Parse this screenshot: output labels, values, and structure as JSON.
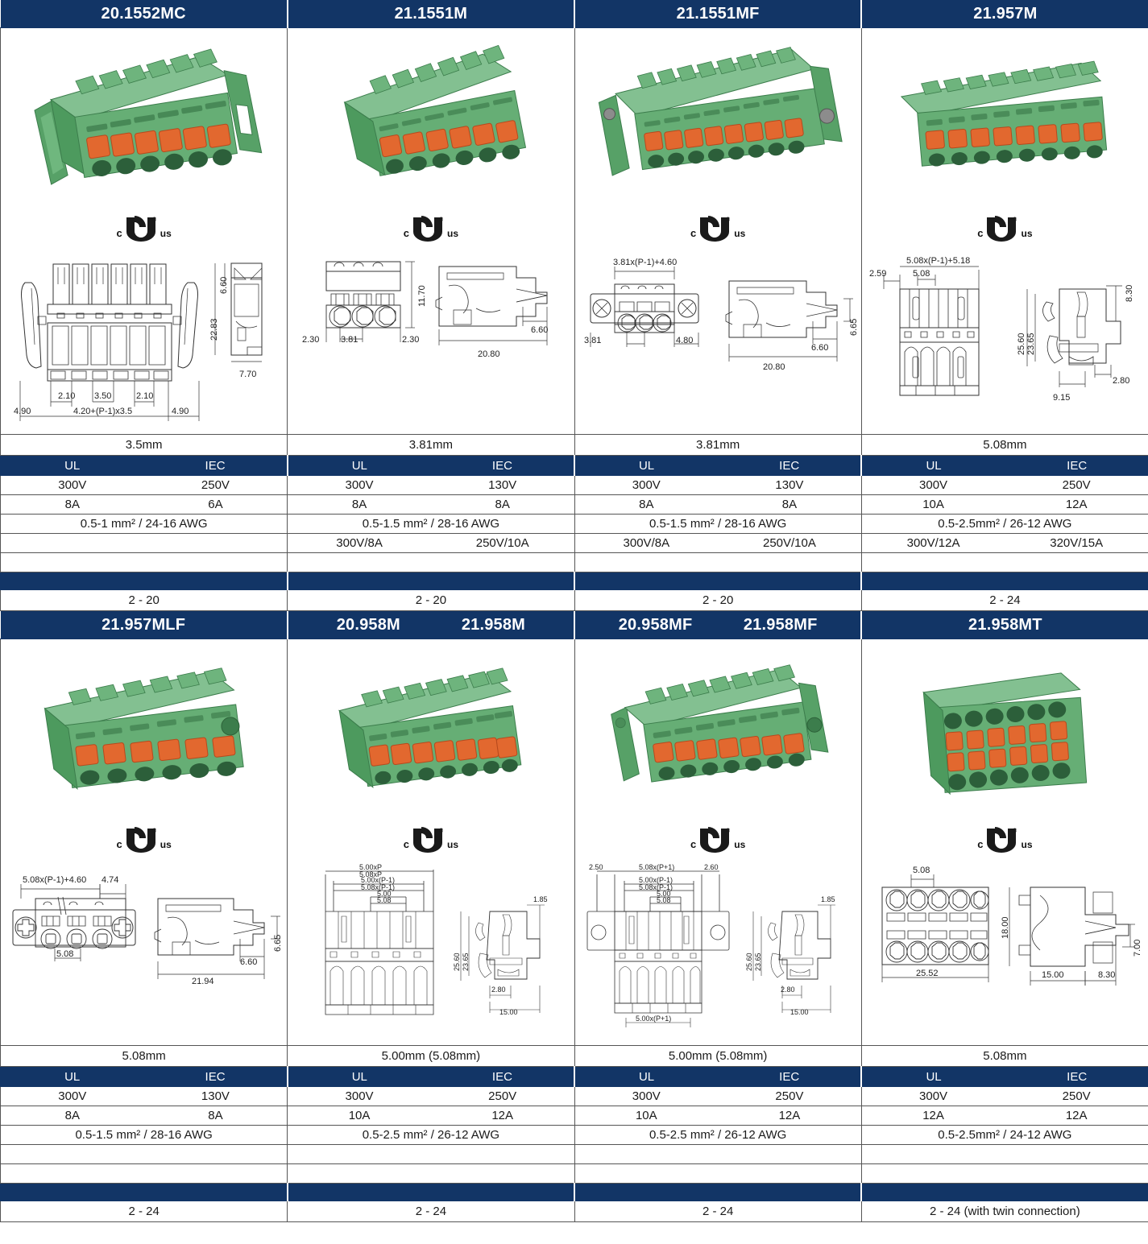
{
  "meta": {
    "accent_navy": "#123566",
    "border_gray": "#555555",
    "housing_green": "#5ea86c",
    "lever_orange": "#d9532a"
  },
  "ul_mark": {
    "left": "c",
    "right": "us",
    "name": "cURus-listing-mark"
  },
  "row_labels": {
    "ul": "UL",
    "iec": "IEC"
  },
  "blocks": [
    {
      "columns": [
        {
          "part_numbers": [
            "20.1552MC"
          ],
          "photo": {
            "poles": 6,
            "style": "flanged-mc",
            "alt": "green pluggable terminal block with side flanges and orange levers"
          },
          "pitch": "3.5mm",
          "ul_label": "UL",
          "iec_label": "IEC",
          "voltage": {
            "ul": "300V",
            "iec": "250V"
          },
          "current": {
            "ul": "8A",
            "iec": "6A"
          },
          "wire_range": "0.5-1 mm² / 24-16 AWG",
          "rating2": {
            "ul": "",
            "iec": ""
          },
          "rating3": {
            "ul": "",
            "iec": ""
          },
          "poles_range": "2 - 20",
          "drawing": {
            "type": "front-and-side",
            "dims": [
              "2.10",
              "3.50",
              "2.10",
              "4.90",
              "4.20+(P-1)x3.5",
              "4.90",
              "6.60",
              "22.83",
              "7.70"
            ]
          }
        },
        {
          "part_numbers": [
            "21.1551M"
          ],
          "photo": {
            "poles": 6,
            "style": "plain",
            "alt": "green pluggable terminal block with orange levers"
          },
          "pitch": "3.81mm",
          "ul_label": "UL",
          "iec_label": "IEC",
          "voltage": {
            "ul": "300V",
            "iec": "130V"
          },
          "current": {
            "ul": "8A",
            "iec": "8A"
          },
          "wire_range": "0.5-1.5 mm² / 28-16 AWG",
          "rating2": {
            "ul": "300V/8A",
            "iec": "250V/10A"
          },
          "rating3": {
            "ul": "",
            "iec": ""
          },
          "poles_range": "2 - 20",
          "drawing": {
            "type": "front-and-side",
            "dims": [
              "2.30",
              "3.81",
              "2.30",
              "11.70",
              "20.80",
              "6.60"
            ]
          }
        },
        {
          "part_numbers": [
            "21.1551MF"
          ],
          "photo": {
            "poles": 9,
            "style": "flanged-screw",
            "alt": "green pluggable terminal block with screw flanges"
          },
          "pitch": "3.81mm",
          "ul_label": "UL",
          "iec_label": "IEC",
          "voltage": {
            "ul": "300V",
            "iec": "130V"
          },
          "current": {
            "ul": "8A",
            "iec": "8A"
          },
          "wire_range": "0.5-1.5 mm² / 28-16 AWG",
          "rating2": {
            "ul": "300V/8A",
            "iec": "250V/10A"
          },
          "rating3": {
            "ul": "",
            "iec": ""
          },
          "poles_range": "2 - 20",
          "drawing": {
            "type": "front-and-side",
            "dims": [
              "3.81x(P-1)+4.60",
              "3.81",
              "4.80",
              "6.65",
              "6.60",
              "20.80"
            ]
          }
        },
        {
          "part_numbers": [
            "21.957M"
          ],
          "photo": {
            "poles": 8,
            "style": "plain",
            "alt": "green pluggable terminal block 5.08mm pitch"
          },
          "pitch": "5.08mm",
          "ul_label": "UL",
          "iec_label": "IEC",
          "voltage": {
            "ul": "300V",
            "iec": "250V"
          },
          "current": {
            "ul": "10A",
            "iec": "12A"
          },
          "wire_range": "0.5-2.5mm² / 26-12 AWG",
          "rating2": {
            "ul": "300V/12A",
            "iec": "320V/15A"
          },
          "rating3": {
            "ul": "",
            "iec": ""
          },
          "poles_range": "2 - 24",
          "drawing": {
            "type": "front-and-side",
            "dims": [
              "5.08x(P-1)+5.18",
              "2.59",
              "5.08",
              "25.60",
              "23.65",
              "8.30",
              "9.15",
              "2.80"
            ]
          }
        }
      ]
    },
    {
      "columns": [
        {
          "part_numbers": [
            "21.957MLF"
          ],
          "photo": {
            "poles": 6,
            "style": "flanged-screw",
            "alt": "green pluggable terminal block with locking flange"
          },
          "pitch": "5.08mm",
          "ul_label": "UL",
          "iec_label": "IEC",
          "voltage": {
            "ul": "300V",
            "iec": "130V"
          },
          "current": {
            "ul": "8A",
            "iec": "8A"
          },
          "wire_range": "0.5-1.5 mm² / 28-16 AWG",
          "rating2": {
            "ul": "",
            "iec": ""
          },
          "rating3": {
            "ul": "",
            "iec": ""
          },
          "poles_range": "2 - 24",
          "drawing": {
            "type": "front-and-side",
            "dims": [
              "5.08x(P-1)+4.60",
              "4.74",
              "5.08",
              "6.65",
              "6.60",
              "21.94"
            ]
          }
        },
        {
          "part_numbers": [
            "20.958M",
            "21.958M"
          ],
          "photo": {
            "poles": 7,
            "style": "plain",
            "alt": "green pluggable terminal block 5.00mm pitch"
          },
          "pitch": "5.00mm (5.08mm)",
          "ul_label": "UL",
          "iec_label": "IEC",
          "voltage": {
            "ul": "300V",
            "iec": "250V"
          },
          "current": {
            "ul": "10A",
            "iec": "12A"
          },
          "wire_range": "0.5-2.5 mm² / 26-12 AWG",
          "rating2": {
            "ul": "",
            "iec": ""
          },
          "rating3": {
            "ul": "",
            "iec": ""
          },
          "poles_range": "2 - 24",
          "drawing": {
            "type": "front-and-side",
            "dims": [
              "5.00xP",
              "5.08xP",
              "5.00x(P-1)",
              "5.08x(P-1)",
              "5.00",
              "5.08",
              "1.85",
              "25.60",
              "23.65",
              "2.80",
              "15.00"
            ]
          }
        },
        {
          "part_numbers": [
            "20.958MF",
            "21.958MF"
          ],
          "photo": {
            "poles": 7,
            "style": "flanged-screw",
            "alt": "green pluggable terminal block with flange 5.00mm"
          },
          "pitch": "5.00mm (5.08mm)",
          "ul_label": "UL",
          "iec_label": "IEC",
          "voltage": {
            "ul": "300V",
            "iec": "250V"
          },
          "current": {
            "ul": "10A",
            "iec": "12A"
          },
          "wire_range": "0.5-2.5 mm² / 26-12 AWG",
          "rating2": {
            "ul": "",
            "iec": ""
          },
          "rating3": {
            "ul": "",
            "iec": ""
          },
          "poles_range": "2 - 24",
          "drawing": {
            "type": "front-and-side",
            "dims": [
              "2.50",
              "2.60",
              "5.00x(P+1)",
              "5.08x(P+1)",
              "5.00x(P-1)",
              "5.08x(P-1)",
              "5.00",
              "5.08",
              "1.85",
              "25.60",
              "23.65",
              "2.80",
              "15.00"
            ]
          }
        },
        {
          "part_numbers": [
            "21.958MT"
          ],
          "photo": {
            "poles": 6,
            "style": "twin",
            "alt": "green twin-row pluggable terminal block"
          },
          "pitch": "5.08mm",
          "ul_label": "UL",
          "iec_label": "IEC",
          "voltage": {
            "ul": "300V",
            "iec": "250V"
          },
          "current": {
            "ul": "12A",
            "iec": "12A"
          },
          "wire_range": "0.5-2.5mm² / 24-12 AWG",
          "rating2": {
            "ul": "",
            "iec": ""
          },
          "rating3": {
            "ul": "",
            "iec": ""
          },
          "poles_range": "2 - 24 (with twin connection)",
          "drawing": {
            "type": "front-and-side",
            "dims": [
              "5.08",
              "25.52",
              "18.00",
              "15.00",
              "8.30",
              "7.00"
            ]
          }
        }
      ]
    }
  ]
}
